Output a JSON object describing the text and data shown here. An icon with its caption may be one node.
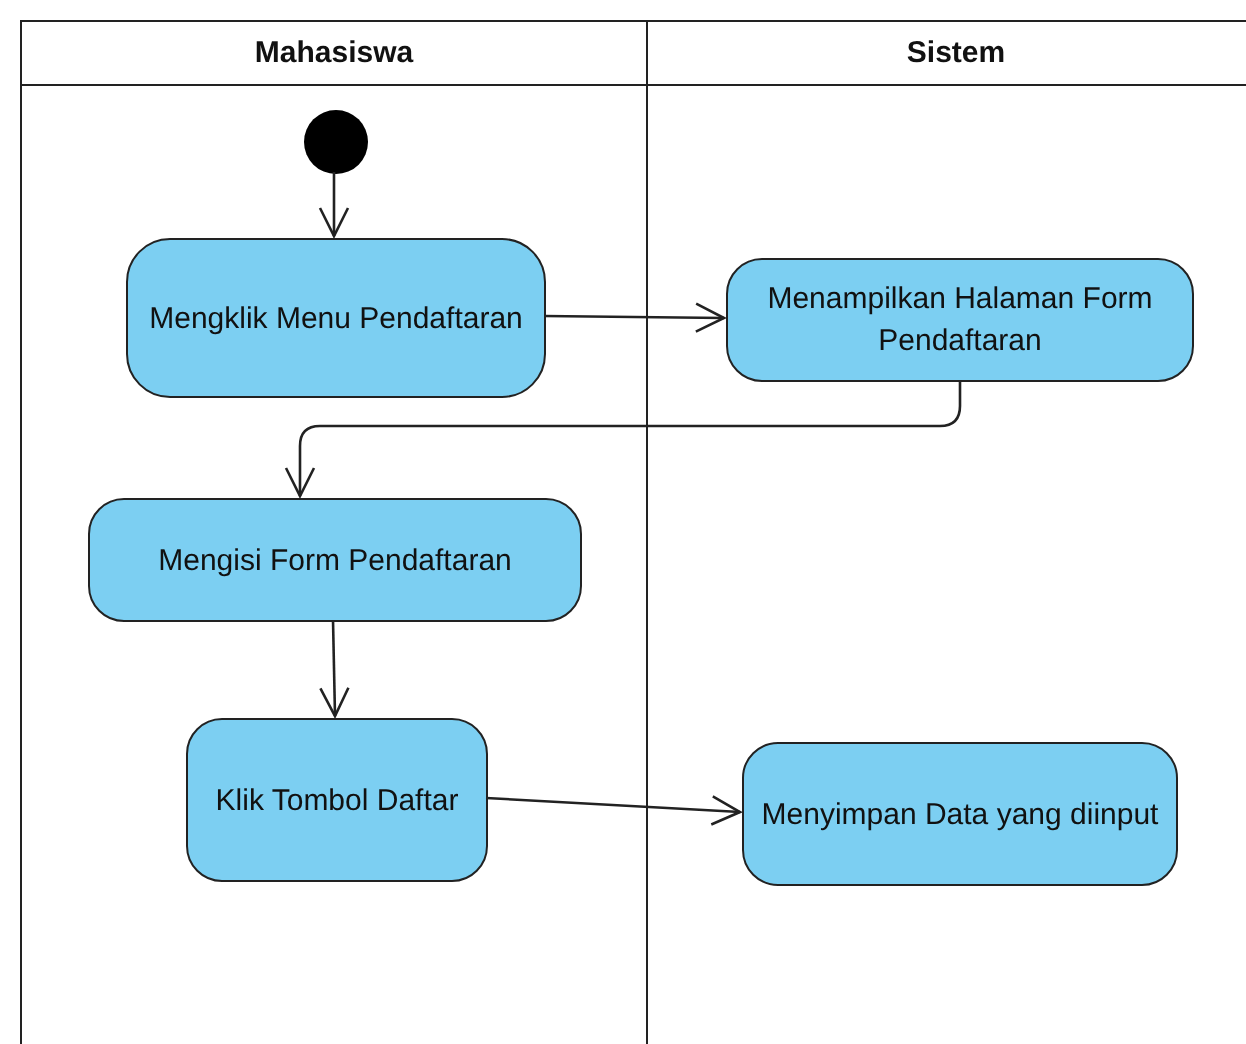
{
  "diagram": {
    "nodes": [
      {
        "text": [
          "Mahasiswa"
        ]
      },
      {
        "text": [
          "Sistem"
        ]
      },
      {
        "text": [],
        "shape": "circle",
        "in": 0
      },
      {
        "text": [
          "Mengklik Menu Pendaftaran"
        ],
        "in": 0
      },
      {
        "text": [
          "Menampilkan Halaman Form Pendaftaran"
        ],
        "in": 1
      },
      {
        "text": [
          "Mengisi Form Pendaftaran"
        ],
        "in": 0
      },
      {
        "text": [
          "Klik Tombol Daftar"
        ],
        "in": 0
      },
      {
        "text": [
          "Menyimpan Data yang diinput"
        ],
        "in": 1
      }
    ],
    "edges": [
      {
        "from": 2,
        "to": 3,
        "arrow": "to"
      },
      {
        "from": 3,
        "to": 4,
        "arrow": "to"
      },
      {
        "from": 4,
        "to": 5,
        "arrow": "to"
      },
      {
        "from": 5,
        "to": 6,
        "arrow": "to"
      },
      {
        "from": 6,
        "to": 7,
        "arrow": "to"
      }
    ]
  }
}
